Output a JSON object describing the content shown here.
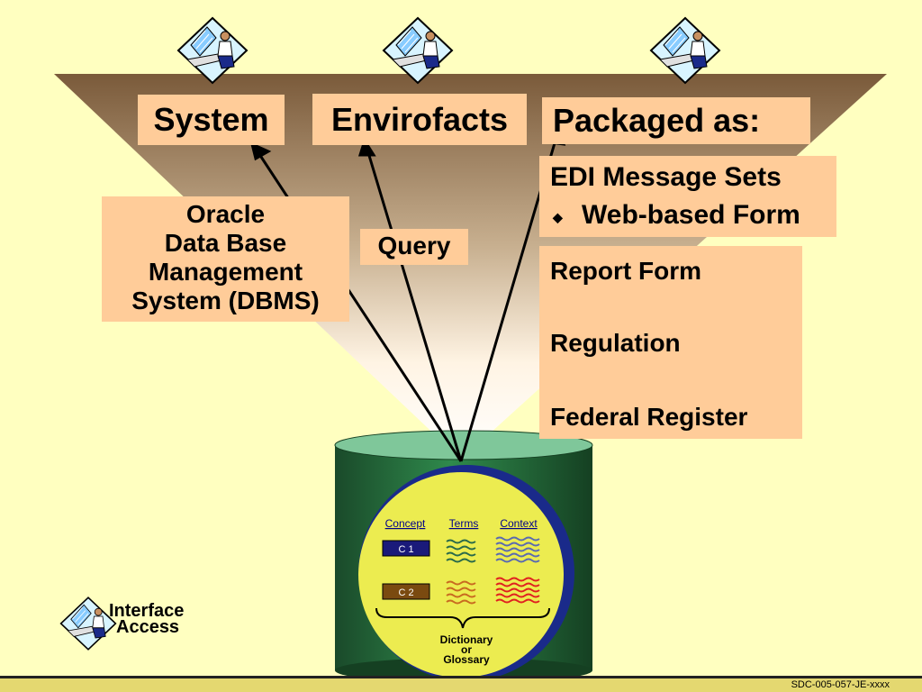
{
  "labels": {
    "system": "System",
    "envirofacts": "Envirofacts",
    "packaged_as": "Packaged as:",
    "oracle_lines": [
      "Oracle",
      "Data Base",
      "Management",
      "System (DBMS)"
    ],
    "query": "Query",
    "edi": "EDI Message Sets",
    "web_form": "Web-based Form",
    "report_form": "Report Form",
    "regulation": "Regulation",
    "federal_register": "Federal Register"
  },
  "dictionary": {
    "col_concept": "Concept",
    "col_terms": "Terms",
    "col_context": "Context",
    "c1": "C 1",
    "c2": "C 2",
    "caption_lines": [
      "Dictionary",
      "or",
      "Glossary"
    ]
  },
  "legend": {
    "line1": "Interface",
    "line2": "Access"
  },
  "footer": {
    "code": "SDC-005-057-JE-xxxx"
  },
  "colors": {
    "background": "#ffffc0",
    "box_fill": "#ffcc99",
    "funnel_brown": "#8a6a4a",
    "cylinder_green": "#1f6b3a",
    "disc_yellow": "#ecec50",
    "c1_navy": "#1a1a7a",
    "c2_brown": "#7a4a10"
  }
}
